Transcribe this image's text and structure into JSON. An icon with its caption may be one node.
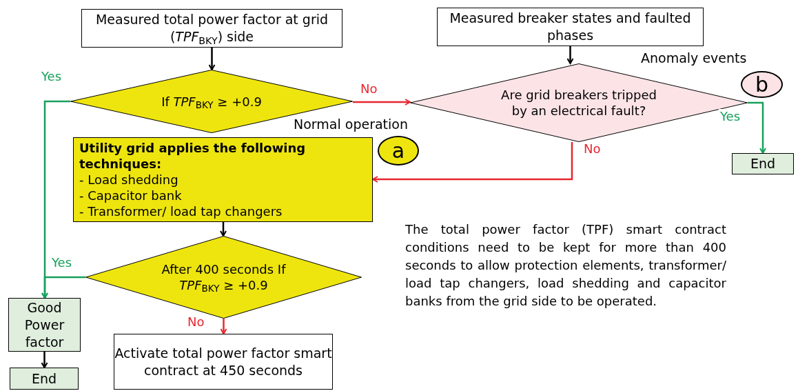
{
  "diagram": {
    "nodes": [
      {
        "text": [
          "Measured total power factor at grid (*TPF*$_{BKY}$) side"
        ]
      },
      {
        "text": [
          "Measured breaker states and faulted phases"
        ]
      },
      {
        "text": [
          "If *TPF*$_{BKY}$ ≥ +0.9"
        ]
      },
      {
        "text": [
          "Are grid breakers tripped by an electrical fault?"
        ]
      },
      {
        "text": [
          "Utility grid applies the following techniques:",
          "- Load shedding",
          "- Capacitor bank",
          "- Transformer/ load tap changers"
        ]
      },
      {
        "text": [
          "End"
        ]
      },
      {
        "text": [
          "After 400 seconds If *TPF*$_{BKY}$ ≥ +0.9"
        ]
      },
      {
        "text": [
          "Good Power factor"
        ]
      },
      {
        "text": [
          "End"
        ]
      },
      {
        "text": [
          "Activate total power factor smart contract at 450 seconds"
        ]
      },
      {
        "text": [
          "a"
        ]
      },
      {
        "text": [
          "b"
        ]
      }
    ],
    "edges": [
      {
        "from": 0,
        "to": 2,
        "arrow": "to"
      },
      {
        "from": 1,
        "to": 3,
        "arrow": "to"
      },
      {
        "from": 2,
        "to": 3,
        "arrow": "to",
        "label": "No",
        "color": "#e8262d"
      },
      {
        "from": 2,
        "to": 7,
        "arrow": "to",
        "label": "Yes",
        "color": "#16a05a"
      },
      {
        "from": 3,
        "to": 5,
        "arrow": "to",
        "label": "Yes",
        "color": "#16a05a"
      },
      {
        "from": 3,
        "to": 4,
        "arrow": "to",
        "label": "No",
        "color": "#e8262d"
      },
      {
        "from": 4,
        "to": 6,
        "arrow": "to"
      },
      {
        "from": 6,
        "to": 7,
        "arrow": "to",
        "label": "Yes",
        "color": "#16a05a"
      },
      {
        "from": 6,
        "to": 9,
        "arrow": "to",
        "label": "No",
        "color": "#e8262d"
      },
      {
        "from": 7,
        "to": 8,
        "arrow": "to"
      }
    ],
    "labels": [
      "Normal operation",
      "Anomaly events",
      "The total power factor (TPF) smart contract conditions need to be kept for more than 400 seconds to allow protection elements, transformer/ load tap changers, load shedding and capacitor banks from the grid side to be operated."
    ]
  }
}
